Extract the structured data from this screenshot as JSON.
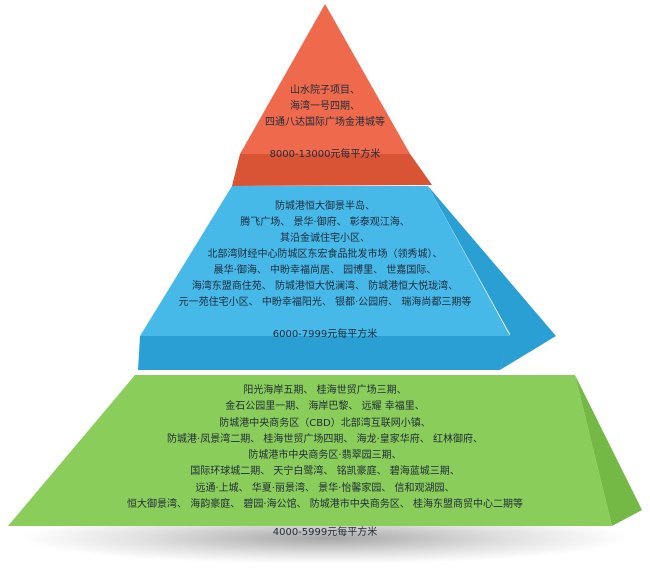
{
  "colors": {
    "top": "#ef6a4c",
    "top_dark": "#d95335",
    "middle": "#47b9e8",
    "middle_dark": "#2a9fd4",
    "bottom": "#8bcd5a",
    "bottom_dark": "#74b845",
    "text": "#1e2a3a"
  },
  "pyramid": {
    "top": {
      "lines": [
        "山水院子项目、",
        "海湾一号四期、",
        "四通八达国际广场金港城等"
      ],
      "price": "8000-13000元每平方米"
    },
    "middle": {
      "lines": [
        "防城港恒大御景半岛、",
        "腾飞广场、 景华·御府、 彰泰观江海、",
        "其沿金诚住宅小区、",
        "北部湾财经中心防城区东宏食品批发市场（领秀城）、",
        "晨华·御海、 中盼幸福尚居、 园博里、 世嘉国际、",
        "海湾东盟商住苑、 防城港恒大悦澜湾、 防城港恒大悦珑湾、",
        "元一苑住宅小区、 中盼幸福阳光、 银都·公园府、 瑞海尚都三期等"
      ],
      "price": "6000-7999元每平方米"
    },
    "bottom": {
      "lines": [
        "阳光海岸五期、 桂海世贸广场三期、",
        "金石公园里一期、 海岸巴黎、 远耀 幸福里、",
        "防城港中央商务区（CBD）北部湾互联网小镇、",
        "防城港·凤景湾二期、 桂海世贸广场四期、 海龙·皇家华府、 红林御府、",
        "防城港市中央商务区·翡翠园三期、",
        "国际环球城二期、 天宁白鹭湾、 铭凯豪庭、 碧海蓝城三期、",
        "远通·上城、 华夏·丽景湾、 景华·怡馨家园、 信和观湖园、",
        "恒大御景湾、 海韵豪庭、 碧园·海公馆、 防城港市中央商务区、 桂海东盟商贸中心二期等"
      ],
      "price": "4000-5999元每平方米"
    }
  }
}
